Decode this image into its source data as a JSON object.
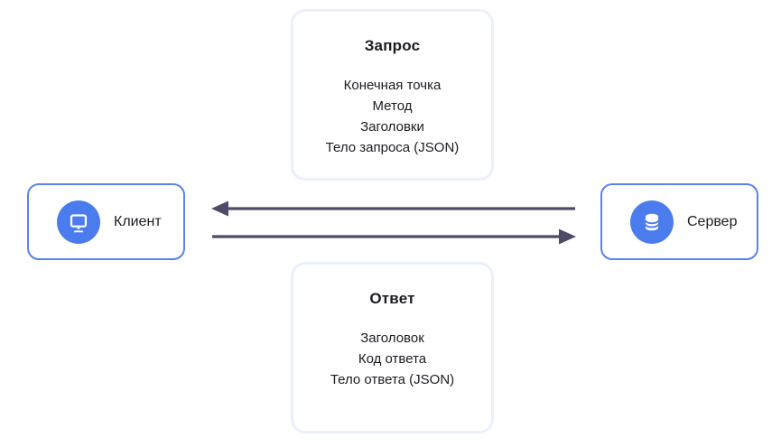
{
  "diagram": {
    "request_card": {
      "title": "Запрос",
      "items": [
        "Конечная точка",
        "Метод",
        "Заголовки",
        "Тело запроса (JSON)"
      ]
    },
    "response_card": {
      "title": "Ответ",
      "items": [
        "Заголовок",
        "Код ответа",
        "Тело ответа (JSON)"
      ]
    },
    "client_node": {
      "label": "Клиент",
      "icon": "monitor-icon"
    },
    "server_node": {
      "label": "Сервер",
      "icon": "database-icon"
    },
    "arrows": [
      {
        "name": "server-to-client-arrow",
        "direction": "left"
      },
      {
        "name": "client-to-server-arrow",
        "direction": "right"
      }
    ]
  },
  "colors": {
    "node_border": "#5b82f0",
    "icon_circle": "#4a7cee",
    "card_border": "#ebf0fc",
    "arrow": "#4e4b66",
    "text": "#1c1b22",
    "bg": "#ffffff"
  }
}
